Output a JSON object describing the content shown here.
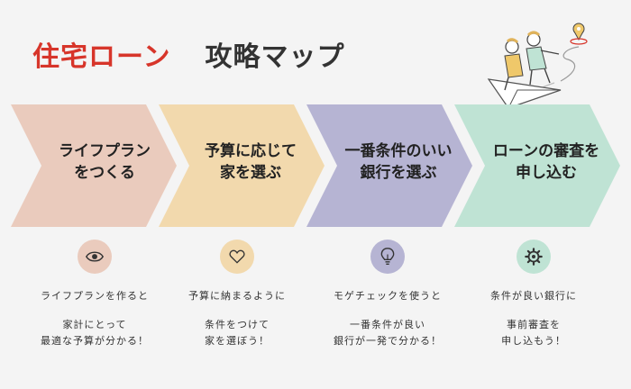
{
  "title": {
    "part1": "住宅ローン",
    "part2": "攻略マップ"
  },
  "colors": {
    "title_red": "#d7352a",
    "step1": "#eacbbd",
    "step2": "#f2d9ad",
    "step3": "#b6b4d3",
    "step4": "#bfe3d4"
  },
  "steps": [
    {
      "label_lines": [
        "ライフプラン",
        "をつくる"
      ],
      "icon": "eye-icon",
      "desc_top": "ライフプランを作ると",
      "desc_bottom_lines": [
        "家計にとって",
        "最適な予算が分かる！"
      ]
    },
    {
      "label_lines": [
        "予算に応じて",
        "家を選ぶ"
      ],
      "icon": "heart-icon",
      "desc_top": "予算に納まるように",
      "desc_bottom_lines": [
        "条件をつけて",
        "家を選ぼう！"
      ]
    },
    {
      "label_lines": [
        "一番条件のいい",
        "銀行を選ぶ"
      ],
      "icon": "lightbulb-icon",
      "desc_top": "モゲチェックを使うと",
      "desc_bottom_lines": [
        "一番条件が良い",
        "銀行が一発で分かる！"
      ]
    },
    {
      "label_lines": [
        "ローンの審査を",
        "申し込む"
      ],
      "icon": "gear-icon",
      "desc_top": "条件が良い銀行に",
      "desc_bottom_lines": [
        "事前審査を",
        "申し込もう！"
      ]
    }
  ]
}
